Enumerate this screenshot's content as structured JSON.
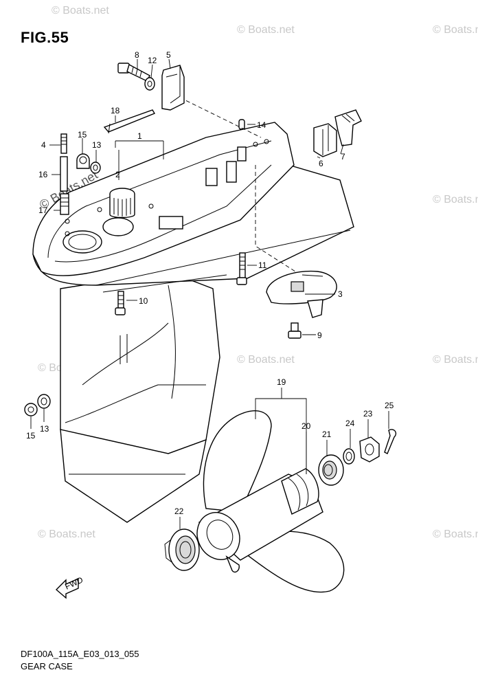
{
  "figure": {
    "title": "FIG.55",
    "code": "DF100A_115A_E03_013_055",
    "name": "GEAR CASE"
  },
  "watermark": {
    "text": "© Boats.net",
    "prominent_text": "© Boats.net",
    "color": "#c8c8c8"
  },
  "direction_marker": {
    "label": "FWD"
  },
  "part_callouts": {
    "p1": "1",
    "p2": "2",
    "p3": "3",
    "p4": "4",
    "p5": "5",
    "p6": "6",
    "p7": "7",
    "p8": "8",
    "p9": "9",
    "p10": "10",
    "p11": "11",
    "p12": "12",
    "p13a": "13",
    "p13b": "13",
    "p14": "14",
    "p15a": "15",
    "p15b": "15",
    "p16": "16",
    "p17": "17",
    "p18": "18",
    "p19": "19",
    "p20": "20",
    "p21": "21",
    "p22": "22",
    "p23": "23",
    "p24": "24",
    "p25": "25"
  }
}
